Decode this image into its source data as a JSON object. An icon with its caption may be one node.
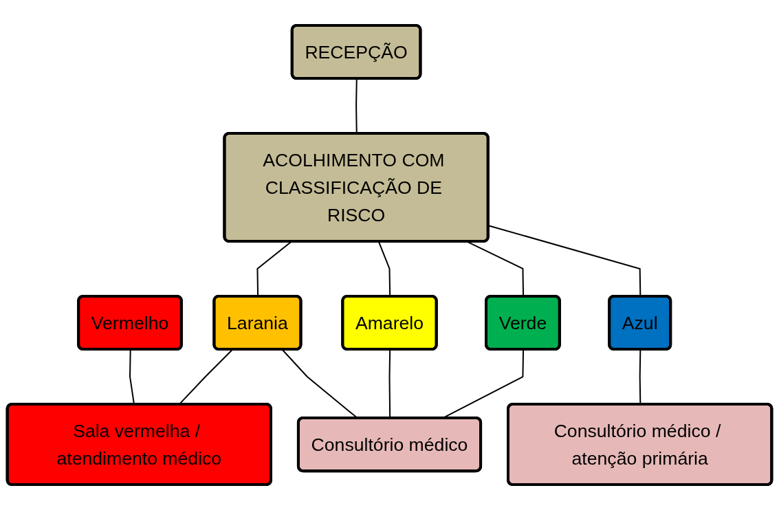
{
  "diagram": {
    "nodes": [
      {
        "text": [
          "RECEPÇÃO"
        ]
      },
      {
        "text": [
          "ACOLHIMENTO COM CLASSIFICAÇÃO DE RISCO"
        ]
      },
      {
        "text": [
          "Vermelho"
        ]
      },
      {
        "text": [
          "Larania"
        ]
      },
      {
        "text": [
          "Amarelo"
        ]
      },
      {
        "text": [
          "Verde"
        ]
      },
      {
        "text": [
          "Azul"
        ]
      },
      {
        "text": [
          "Sala vermelha / atendimento médico"
        ]
      },
      {
        "text": [
          "Consultório médico"
        ]
      },
      {
        "text": [
          "Consultório médico / atenção primária"
        ]
      }
    ],
    "edges": [
      {
        "from": 0,
        "to": 1,
        "arrow": "none"
      },
      {
        "from": 1,
        "to": 3,
        "arrow": "none"
      },
      {
        "from": 1,
        "to": 4,
        "arrow": "none"
      },
      {
        "from": 1,
        "to": 5,
        "arrow": "none"
      },
      {
        "from": 1,
        "to": 6,
        "arrow": "none"
      },
      {
        "from": 2,
        "to": 7,
        "arrow": "none"
      },
      {
        "from": 3,
        "to": 7,
        "arrow": "none"
      },
      {
        "from": 3,
        "to": 8,
        "arrow": "none"
      },
      {
        "from": 4,
        "to": 8,
        "arrow": "none"
      },
      {
        "from": 5,
        "to": 8,
        "arrow": "none"
      },
      {
        "from": 6,
        "to": 9,
        "arrow": "none"
      }
    ]
  }
}
